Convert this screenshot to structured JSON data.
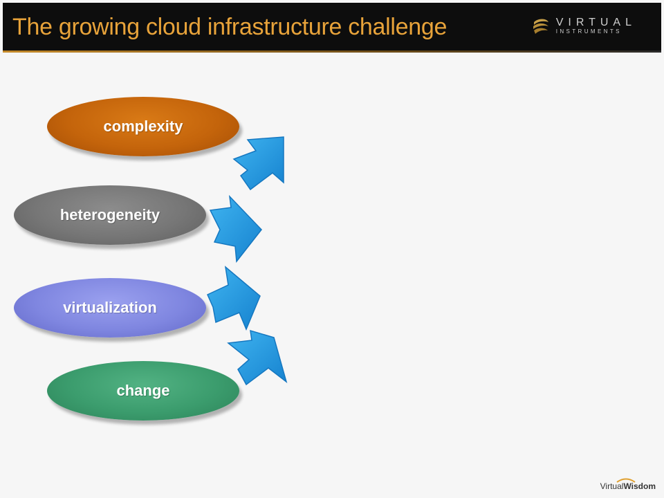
{
  "slide": {
    "title": "The growing cloud infrastructure challenge",
    "title_color": "#e8a33a",
    "header_background": "#0d0d0d"
  },
  "logo": {
    "line1": "VIRTUAL",
    "line2": "INSTRUMENTS",
    "icon": "virtual-instruments-swirl-icon"
  },
  "diagram": {
    "factors": [
      {
        "label": "complexity",
        "color": "#c4640b"
      },
      {
        "label": "heterogeneity",
        "color": "#767676"
      },
      {
        "label": "virtualization",
        "color": "#7f86e0"
      },
      {
        "label": "change",
        "color": "#3b9c6d"
      }
    ],
    "arrow_color": "#1e9be0",
    "arrow_icon": "converging-arrow-icon"
  },
  "footer": {
    "brand_part1": "Virtual",
    "brand_part2": "Wisdom"
  }
}
